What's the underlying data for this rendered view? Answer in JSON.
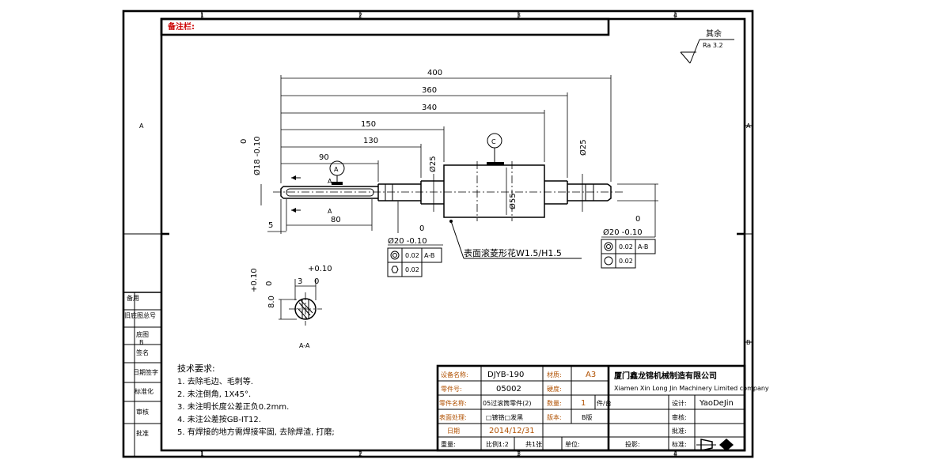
{
  "header": {
    "remark_label": "备注栏:"
  },
  "roughness": {
    "label": "其余",
    "value": "Ra 3.2"
  },
  "zone_numbers": {
    "top": [
      "1",
      "2",
      "3",
      "4"
    ],
    "left": [
      "A",
      "B"
    ]
  },
  "dimensions": {
    "d400": "400",
    "d360": "360",
    "d340": "340",
    "d150": "150",
    "d130": "130",
    "d90": "90",
    "d80": "80",
    "d5": "5",
    "dia18": "Ø18 -0.10",
    "dia18_upper": "0",
    "dia25_left": "Ø25",
    "dia25_right": "Ø25",
    "dia55": "Ø55",
    "dia20_left": "Ø20 -0.10",
    "dia20_left_upper": "0",
    "dia20_right": "Ø20 -0.10",
    "dia20_right_upper": "0",
    "knurl_note": "表面滚菱形花W1.5/H1.5"
  },
  "datums": {
    "a": "A",
    "c": "C",
    "section_mark": "A"
  },
  "tolerances": {
    "left_runout_value": "0.02",
    "left_runout_ref": "A-B",
    "left_cyl_value": "0.02",
    "right_runout_value": "0.02",
    "right_runout_ref": "A-B",
    "right_cyl_value": "0.02"
  },
  "section": {
    "key_depth": "+0.10",
    "key_depth_base": "0",
    "key_width": "3",
    "key_width_base": "0",
    "key_vert_upper": "+0.10",
    "key_vert_base": "0",
    "key_vert_nom": "8.0",
    "label": "A-A"
  },
  "tech_requirements": {
    "title": "技术要求:",
    "items": [
      "1. 去除毛边、毛刺等.",
      "2. 未注倒角, 1X45°.",
      "3. 未注明长度公差正负0.2mm.",
      "4. 未注公差按GB-IT12.",
      "5. 有焊接的地方需焊接牢固, 去除焊渣, 打磨;"
    ]
  },
  "side_panel": {
    "labels": [
      "备用",
      "旧底图总号",
      "底图",
      "签名",
      "日期签字",
      "标准化",
      "审核",
      "批准"
    ]
  },
  "title_block": {
    "part_name_label": "设备名称:",
    "part_name_value": "DJYB-190",
    "material_label": "材质:",
    "material_value": "A3",
    "company_cn": "厦门鑫龙锦机械制造有限公司",
    "company_en": "Xiamen Xin Long Jin Machinery Limited company",
    "drawing_no_label": "零件号:",
    "drawing_no_value": "05002",
    "hardness_label": "硬度:",
    "part_label": "零件名称:",
    "part_value": "05过滚筒零件(2)",
    "qty_label": "数量:",
    "qty_value": "1",
    "qty_unit": "件/台",
    "surface_label": "表面处理:",
    "surface_value": "□镀铬□发黑",
    "version_label": "版本:",
    "version_value": "B版",
    "date_label": "日期",
    "date_value": "2014/12/31",
    "design_label": "设计:",
    "design_value": "YaoDeJin",
    "review_label": "审核:",
    "approve_label": "批准:",
    "std_label": "标准:",
    "scale_label": "比例:",
    "scale_value": "1:2",
    "sheet_label": "共1张",
    "weight_label": "重量:",
    "unit_label": "单位:",
    "proj_label": "投影:"
  }
}
